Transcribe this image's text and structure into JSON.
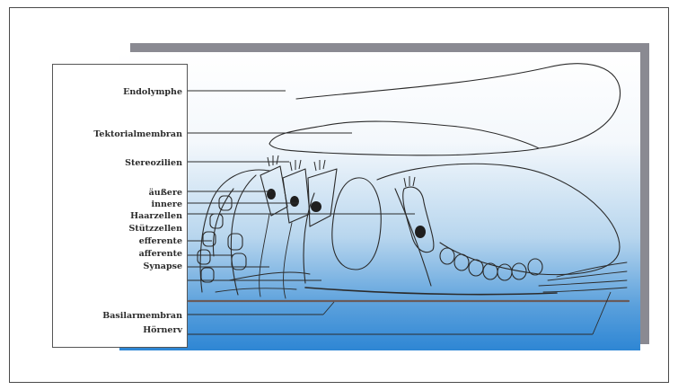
{
  "labels": {
    "endolymphe": "Endolymphe",
    "tektorialmembran": "Tektorialmembran",
    "stereozilien": "Stereozilien",
    "aeussere": "äußere",
    "innere": "innere",
    "haarzellen": "Haarzellen",
    "stuetzzellen": "Stützzellen",
    "efferente": "efferente",
    "afferente": "afferente",
    "synapse": "Synapse",
    "basilarmembran": "Basilarmembran",
    "hoernerv": "Hörnerv"
  },
  "colors": {
    "panel_top": "#ffffff",
    "panel_bottom": "#2e86d4",
    "shadow": "#8a8a92",
    "ink": "#2b2b2b"
  }
}
